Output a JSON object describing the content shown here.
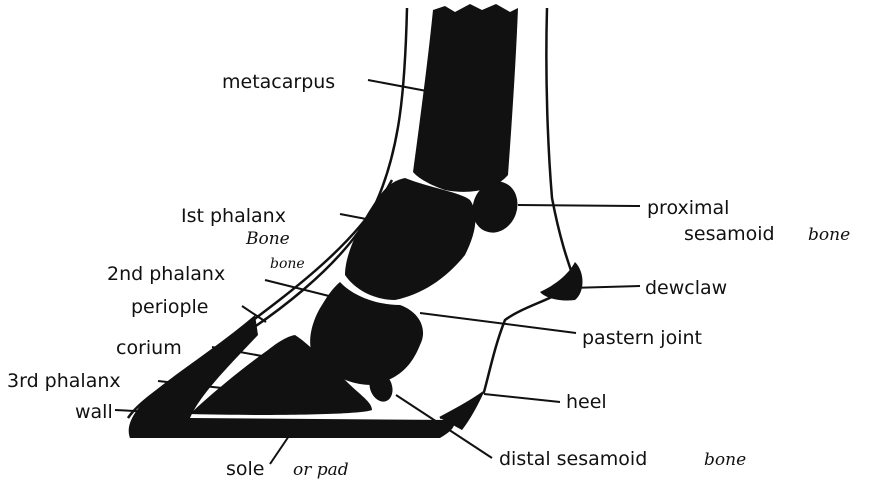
{
  "labels": {
    "metacarpus": "metacarpus",
    "phalanx1": "Ist phalanx",
    "phalanx1_note": "Bone",
    "phalanx2": "2nd phalanx",
    "phalanx2_note": "bone",
    "periople": "periople",
    "corium": "corium",
    "phalanx3": "3rd phalanx",
    "wall": "wall",
    "sole": "sole",
    "sole_note": "or pad",
    "proximal_line1": "proximal",
    "proximal_line2": "sesamoid",
    "proximal_note": "bone",
    "dewclaw": "dewclaw",
    "pastern": "pastern joint",
    "heel": "heel",
    "distal": "distal sesamoid",
    "distal_note": "bone"
  }
}
